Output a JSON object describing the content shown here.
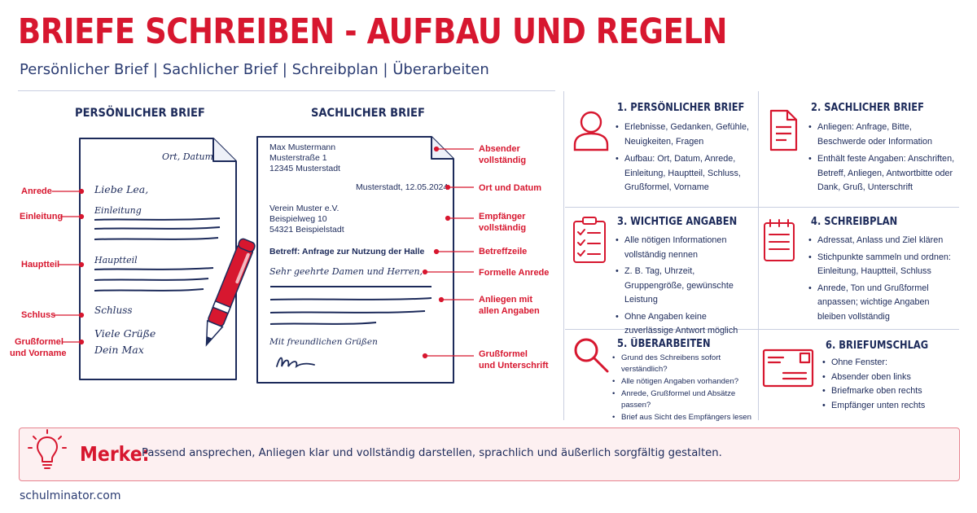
{
  "header": {
    "title": "BRIEFE SCHREIBEN - AUFBAU UND REGELN",
    "subtitle": "Persönlicher Brief  |  Sachlicher Brief  |  Schreibplan  |  Überarbeiten"
  },
  "personal_letter": {
    "heading": "PERSÖNLICHER BRIEF",
    "place_date": "Ort, Datum",
    "salutation": "Liebe Lea,",
    "intro": "Einleitung",
    "main": "Hauptteil",
    "closing": "Schluss",
    "greeting_line1": "Viele Grüße",
    "greeting_line2": "Dein Max",
    "labels": {
      "anrede": "Anrede",
      "einleitung": "Einleitung",
      "hauptteil": "Hauptteil",
      "schluss": "Schluss",
      "gruss_line1": "Grußformel",
      "gruss_line2": "und Vorname"
    }
  },
  "formal_letter": {
    "heading": "SACHLICHER BRIEF",
    "sender": [
      "Max Mustermann",
      "Musterstraße 1",
      "12345 Musterstadt"
    ],
    "place_date": "Musterstadt, 12.05.2024",
    "recipient": [
      "Verein Muster e.V.",
      "Beispielweg 10",
      "54321 Beispielstadt"
    ],
    "subject": "Betreff: Anfrage zur Nutzung der Halle",
    "salutation": "Sehr geehrte Damen und Herren,",
    "closing": "Mit freundlichen Grüßen",
    "labels": {
      "absender_line1": "Absender",
      "absender_line2": "vollständig",
      "ort_datum": "Ort und Datum",
      "empfaenger_line1": "Empfänger",
      "empfaenger_line2": "vollständig",
      "betreffzeile": "Betreffzeile",
      "formelle_anrede": "Formelle Anrede",
      "anliegen_line1": "Anliegen mit",
      "anliegen_line2": "allen Angaben",
      "gruss_line1": "Grußformel",
      "gruss_line2": "und Unterschrift"
    }
  },
  "cards": [
    {
      "title": "1. PERSÖNLICHER BRIEF",
      "icon": "person-icon",
      "items": [
        "Erlebnisse, Gedanken, Gefühle, Neuigkeiten, Fragen",
        "Aufbau: Ort, Datum, Anrede, Einleitung, Hauptteil, Schluss, Grußformel, Vorname"
      ]
    },
    {
      "title": "2. SACHLICHER BRIEF",
      "icon": "document-icon",
      "items": [
        "Anliegen: Anfrage, Bitte, Beschwerde oder Information",
        "Enthält feste Angaben: Anschriften, Betreff, Anliegen, Antwortbitte oder Dank, Gruß, Unterschrift"
      ]
    },
    {
      "title": "3. WICHTIGE ANGABEN",
      "icon": "clipboard-checklist-icon",
      "items": [
        "Alle nötigen Informationen vollständig nennen",
        "Z. B. Tag, Uhrzeit, Gruppengröße, gewünschte Leistung",
        "Ohne Angaben keine zuverlässige Antwort möglich"
      ]
    },
    {
      "title": "4. SCHREIBPLAN",
      "icon": "notepad-icon",
      "items": [
        "Adressat, Anlass und Ziel klären",
        "Stichpunkte sammeln und ordnen: Einleitung, Hauptteil, Schluss",
        "Anrede, Ton und Grußformel anpassen; wichtige Angaben bleiben vollständig"
      ]
    },
    {
      "title": "5. ÜBERARBEITEN",
      "icon": "magnifier-icon",
      "items": [
        "Grund des Schreibens sofort verständlich?",
        "Alle nötigen Angaben vorhanden?",
        "Anrede, Grußformel und Absätze passen?",
        "Brief aus Sicht des Empfängers lesen"
      ]
    },
    {
      "title": "6. BRIEFUMSCHLAG",
      "icon": "envelope-icon",
      "items": [
        "Ohne Fenster:",
        "Absender oben links",
        "Briefmarke oben rechts",
        "Empfänger unten rechts"
      ]
    }
  ],
  "merke": {
    "word": "Merke:",
    "text": "Passend ansprechen, Anliegen klar und vollständig darstellen, sprachlich und äußerlich sorgfältig gestalten.",
    "icon": "lightbulb-icon"
  },
  "footer": {
    "site": "schulminator.com"
  },
  "colors": {
    "accent": "#d7172f",
    "navy": "#1c2a5a",
    "merke_bg": "#fdf0f1"
  }
}
